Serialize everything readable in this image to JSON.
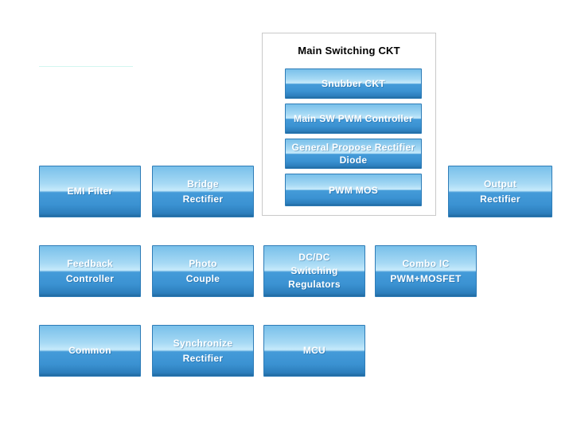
{
  "colors": {
    "background": "#ffffff",
    "panel_border": "#c9c9c9",
    "panel_title_color": "#000000",
    "button_border": "#2e7cb7",
    "button_gradient_top": "#79c0ea",
    "button_gradient_light": "#c6eafb",
    "button_gradient_mid": "#3f96d6",
    "button_gradient_bottom": "#20699f",
    "button_text": "#ffffff",
    "accent_line": "#d2f6f0"
  },
  "main_panel": {
    "title": "Main Switching CKT",
    "buttons": {
      "snubber": {
        "label": "Snubber CKT"
      },
      "pwm_controller": {
        "label": "Main SW PWM Controller"
      },
      "rectifier_diode": {
        "label": "General Propose Rectifier\nDiode"
      },
      "pwm_mos": {
        "label": "PWM MOS"
      }
    }
  },
  "blocks": {
    "emi_filter": {
      "label": "EMI Filter"
    },
    "bridge_rectifier": {
      "label": "Bridge\nRectifier"
    },
    "output_rectifier": {
      "label": "Output\nRectifier"
    },
    "feedback_controller": {
      "label": "Feedback\nController"
    },
    "photo_couple": {
      "label": "Photo\nCouple"
    },
    "dcdc_switching_regulators": {
      "label": "DC/DC\nSwitching\nRegulators"
    },
    "combo_ic": {
      "label": "Combo IC\nPWM+MOSFET"
    },
    "common": {
      "label": "Common"
    },
    "synchronize_rectifier": {
      "label": "Synchronize\nRectifier"
    },
    "mcu": {
      "label": "MCU"
    }
  }
}
